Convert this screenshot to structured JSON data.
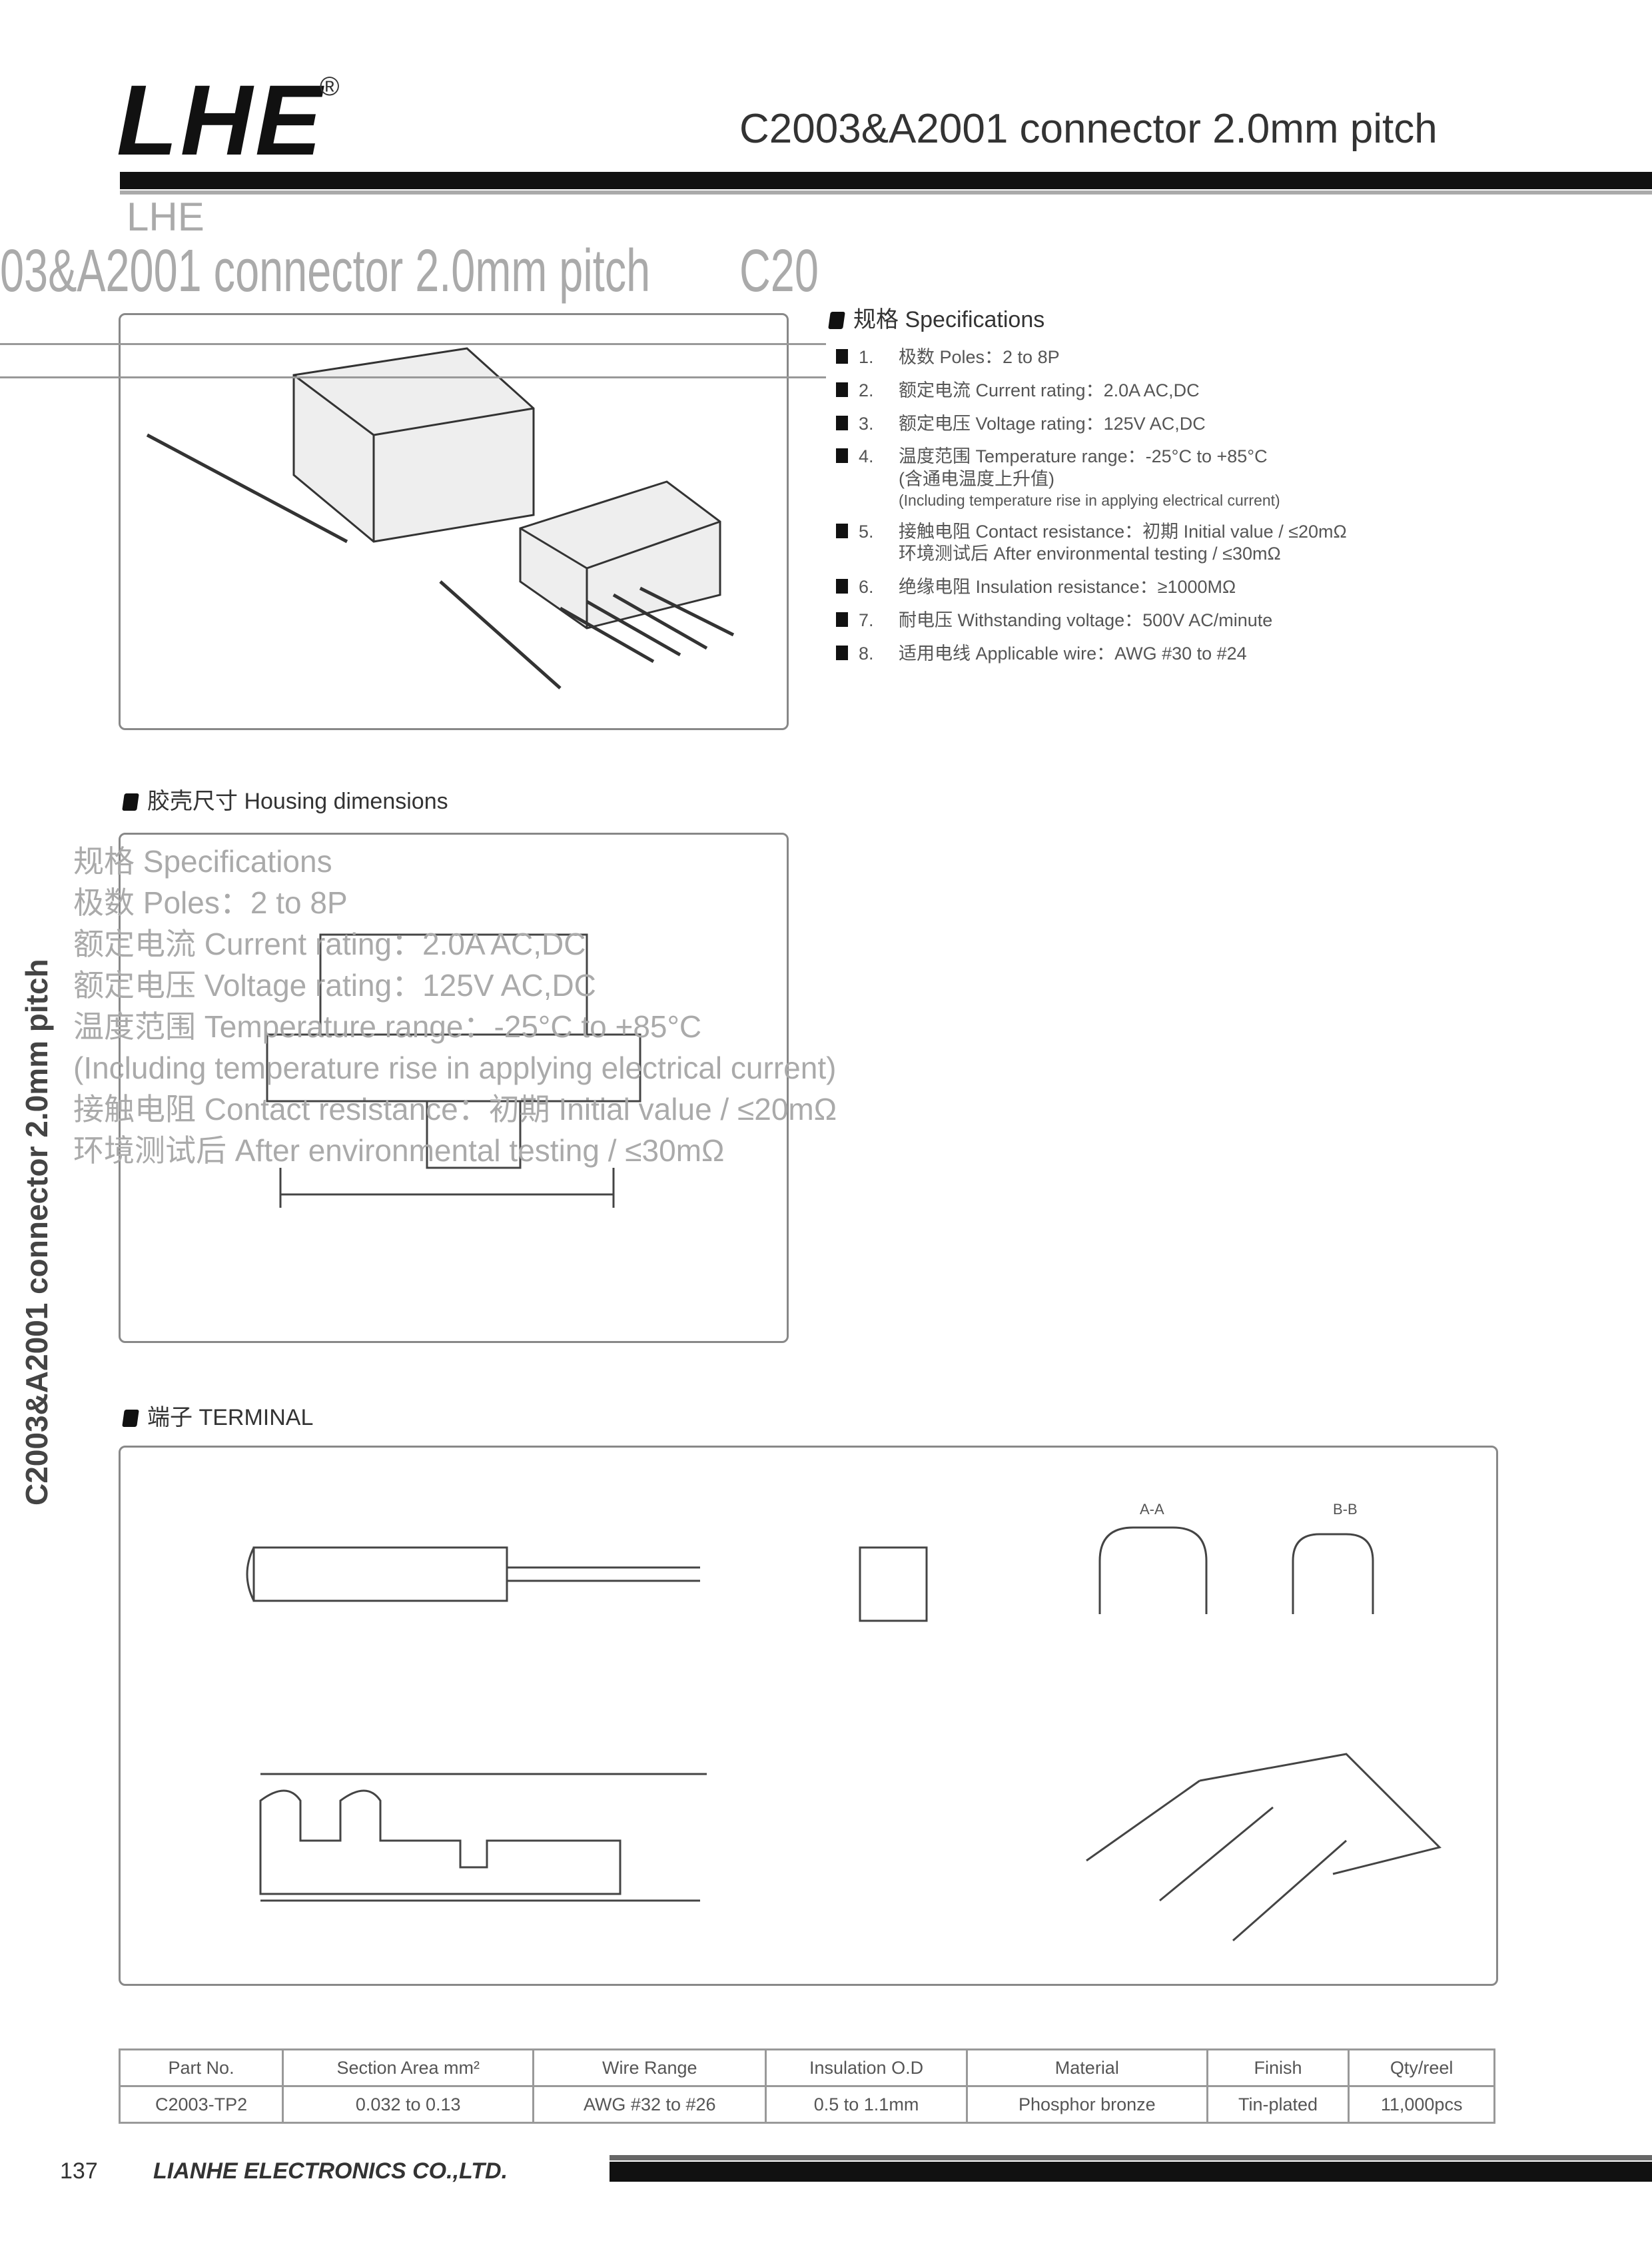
{
  "header": {
    "logo": "LHE",
    "registered": "®",
    "title": "C2003&A2001 connector 2.0mm pitch"
  },
  "ghost_overlay": {
    "logo": "LHE",
    "title_fragment": "03&A2001 connector 2.0mm pitch",
    "title_tail": "C20",
    "lines": [
      "规格 Specifications",
      "极数 Poles：2 to 8P",
      "额定电流 Current rating：2.0A AC,DC",
      "额定电压 Voltage rating：125V AC,DC",
      "温度范围 Temperature range：-25°C to +85°C",
      "(Including temperature rise in applying electrical current)",
      "接触电阻 Contact resistance：初期 Initial value / ≤20mΩ",
      "环境测试后 After environmental testing / ≤30mΩ"
    ]
  },
  "side_label": "C2003&A2001 connector 2.0mm pitch",
  "specifications": {
    "heading": "规格 Specifications",
    "items": [
      {
        "num": "1.",
        "text": "极数 Poles：2 to 8P"
      },
      {
        "num": "2.",
        "text": "额定电流 Current rating：2.0A  AC,DC"
      },
      {
        "num": "3.",
        "text": "额定电压 Voltage rating：125V  AC,DC"
      },
      {
        "num": "4.",
        "text": "温度范围 Temperature range：-25°C  to +85°C",
        "sub1": "(含通电温度上升值)",
        "sub2": "(Including temperature rise in applying electrical current)"
      },
      {
        "num": "5.",
        "text": "接触电阻 Contact resistance：初期 Initial value / ≤20mΩ",
        "sub1": "环境测试后 After environmental testing / ≤30mΩ"
      },
      {
        "num": "6.",
        "text": "绝缘电阻 Insulation resistance：≥1000MΩ"
      },
      {
        "num": "7.",
        "text": "耐电压 Withstanding voltage：500V  AC/minute"
      },
      {
        "num": "8.",
        "text": "适用电线 Applicable wire：AWG #30 to #24"
      }
    ]
  },
  "housing_section": {
    "heading": "胶壳尺寸 Housing dimensions"
  },
  "terminal_section": {
    "heading": "端子 TERMINAL",
    "view_labels": [
      "A-A",
      "B-B"
    ]
  },
  "table": {
    "headers": [
      "Part No.",
      "Section Area mm²",
      "Wire Range",
      "Insulation O.D",
      "Material",
      "Finish",
      "Qty/reel"
    ],
    "rows": [
      [
        "C2003-TP2",
        "0.032 to 0.13",
        "AWG #32 to #26",
        "0.5 to 1.1mm",
        "Phosphor bronze",
        "Tin-plated",
        "11,000pcs"
      ]
    ]
  },
  "footer": {
    "page": "137",
    "company": "LIANHE ELECTRONICS CO.,LTD."
  }
}
